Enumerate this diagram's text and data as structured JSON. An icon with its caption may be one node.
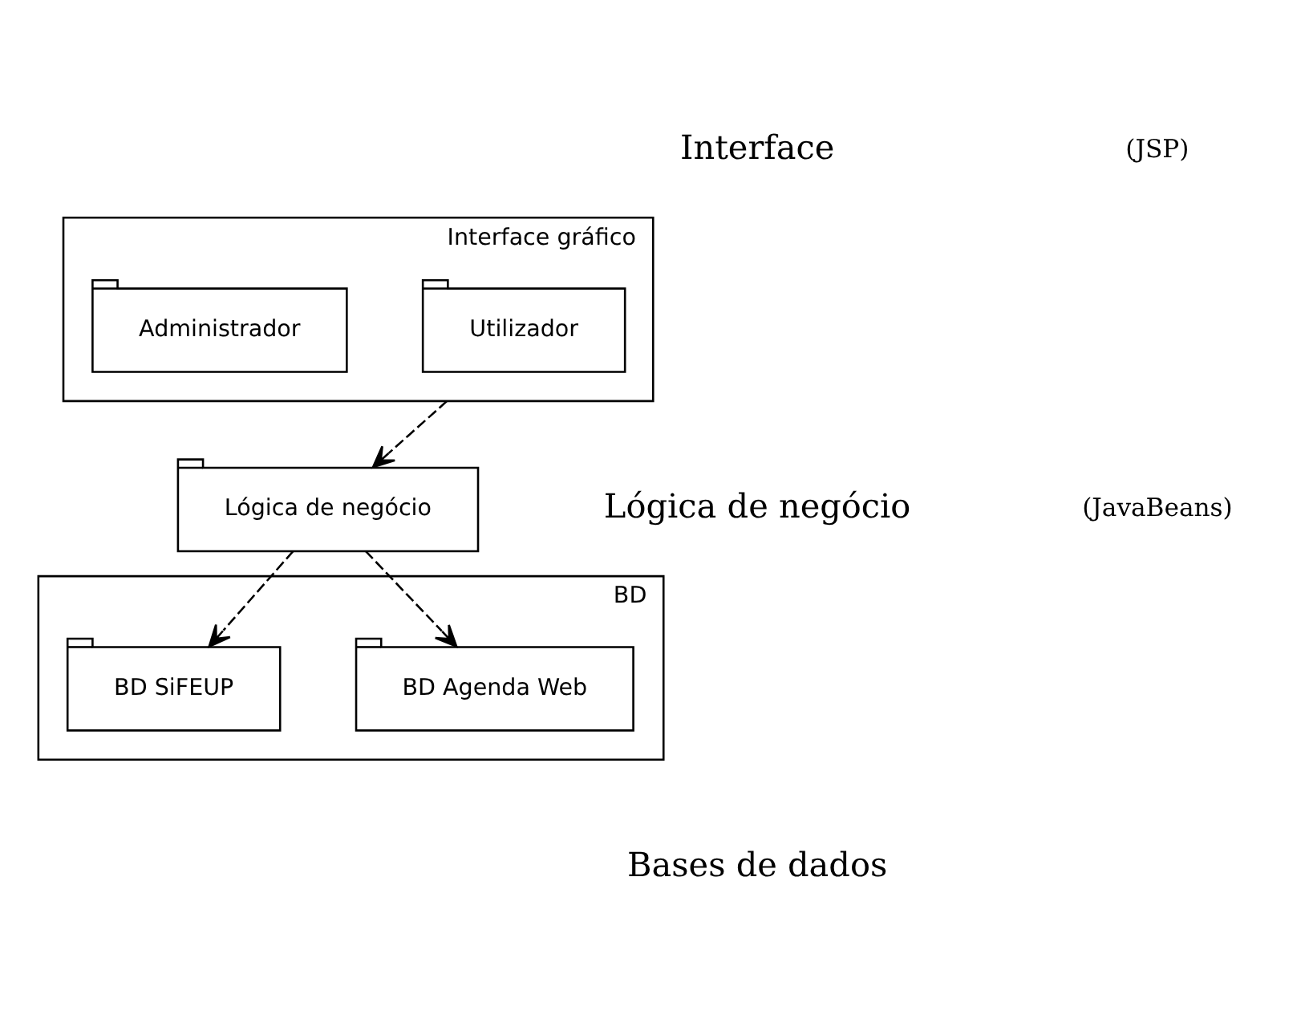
{
  "diagram": {
    "nodes": [
      {
        "text": [
          "Interface gráfico"
        ]
      },
      {
        "text": [
          "Utilizador"
        ],
        "in": 0
      },
      {
        "text": [
          "Administrador"
        ],
        "in": 0
      },
      {
        "text": [
          "Lógica de negócio"
        ]
      },
      {
        "text": [
          "BD"
        ]
      },
      {
        "text": [
          "BD Agenda Web"
        ],
        "in": 4
      },
      {
        "text": [
          "BD SiFEUP"
        ],
        "in": 4
      }
    ],
    "edges": [
      {
        "from": 0,
        "to": 3,
        "arrow": "to",
        "style": "dashed"
      },
      {
        "from": 3,
        "to": 5,
        "arrow": "to",
        "style": "dashed"
      },
      {
        "from": 3,
        "to": 6,
        "arrow": "to",
        "style": "dashed"
      }
    ],
    "labels": [
      "Interface",
      "(JSP)",
      "Lógica de negócio",
      "(JavaBeans)",
      "Bases de dados"
    ]
  }
}
